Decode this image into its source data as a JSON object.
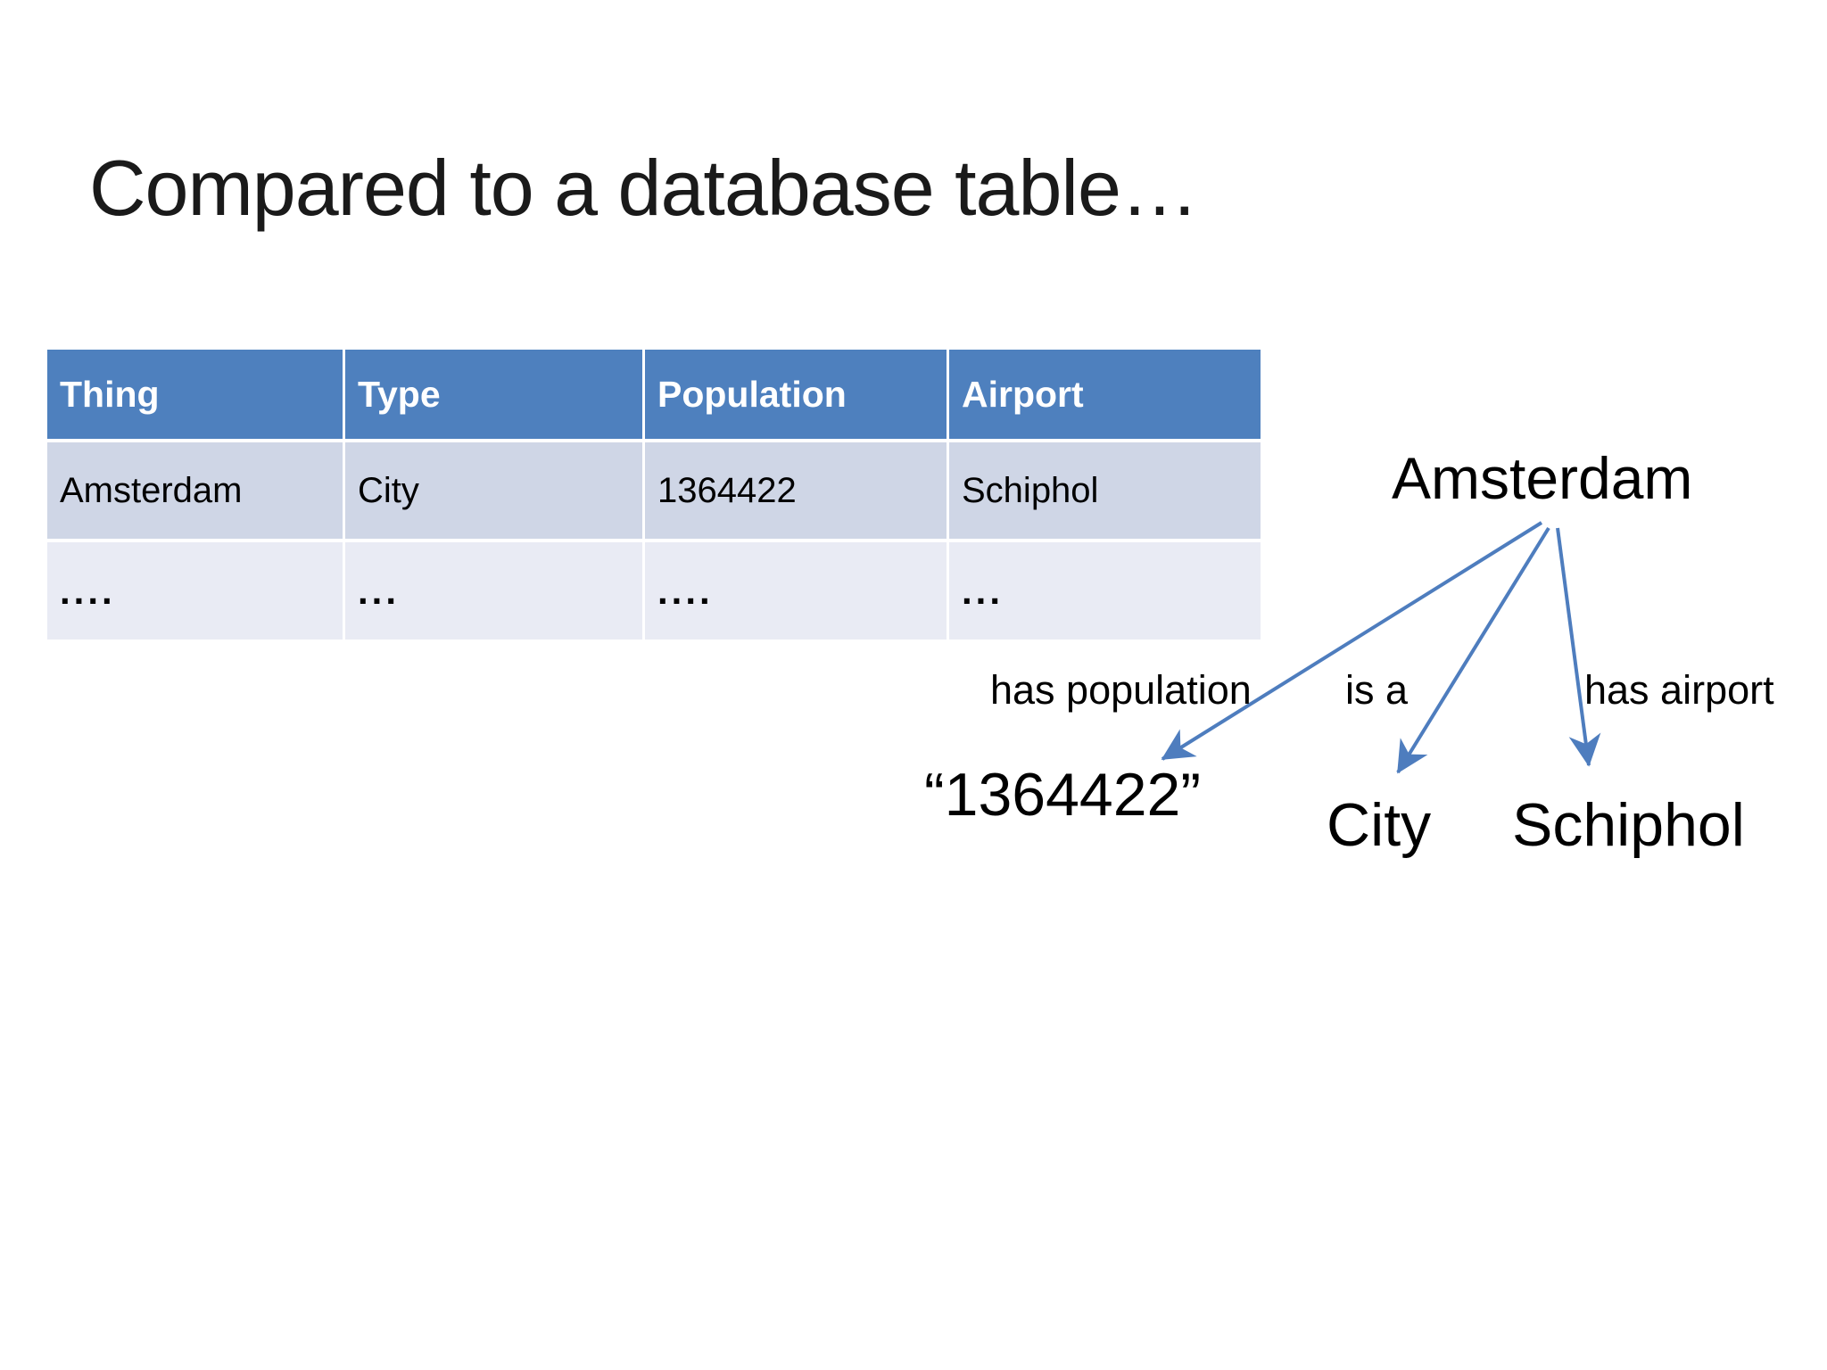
{
  "slide": {
    "title": "Compared to a database table…"
  },
  "table": {
    "headers": [
      "Thing",
      "Type",
      "Population",
      "Airport"
    ],
    "rows": [
      [
        "Amsterdam",
        "City",
        "1364422",
        "Schiphol"
      ],
      [
        "....",
        "...",
        "....",
        "..."
      ]
    ]
  },
  "graph": {
    "root": "Amsterdam",
    "edges": [
      {
        "label": "has population",
        "target": "“1364422”"
      },
      {
        "label": "is a",
        "target": "City"
      },
      {
        "label": "has airport",
        "target": "Schiphol"
      }
    ]
  },
  "colors": {
    "table_header_bg": "#4e80be",
    "table_row1_bg": "#cfd6e6",
    "table_row2_bg": "#e9ebf4",
    "arrow_blue": "#4e7dbe",
    "title_text": "#1a1a1a",
    "header_text": "#ffffff",
    "background": "#ffffff"
  }
}
